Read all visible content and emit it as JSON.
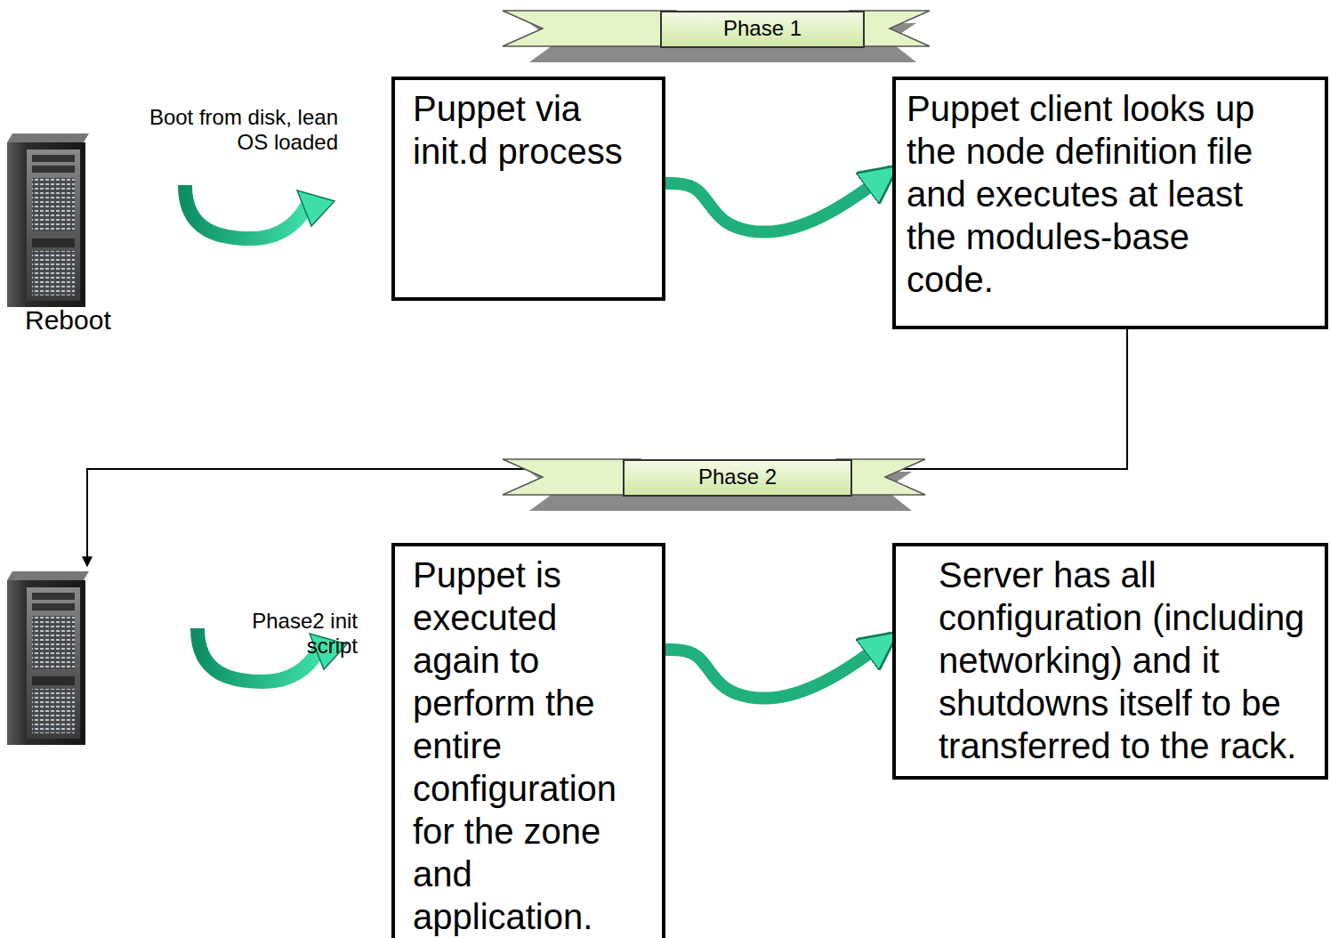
{
  "diagram": {
    "nodes": [
      {
        "text": [
          "Phase 1"
        ]
      },
      {
        "text": [
          "Puppet via init.d process"
        ]
      },
      {
        "text": [
          "Puppet client looks up the node definition file and executes at least the modules-base code."
        ]
      },
      {
        "text": [
          "Phase 2"
        ]
      },
      {
        "text": [
          "Puppet is executed again to perform the entire configuration for the zone and application."
        ]
      },
      {
        "text": [
          "Server has all configuration (including networking) and it shutdowns itself to be transferred to the rack."
        ]
      }
    ],
    "edges": [
      {
        "from": 1,
        "to": 2,
        "arrow": "to"
      },
      {
        "from": 4,
        "to": 5,
        "arrow": "to"
      }
    ],
    "labels": [
      "Boot from disk, lean OS loaded",
      "Reboot",
      "Phase2 init script"
    ]
  }
}
